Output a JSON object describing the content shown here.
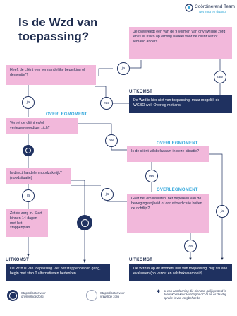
{
  "header": {
    "title_line1": "Is de Wzd van",
    "title_line2": "toepassing?",
    "logo_main": "Coördinerend Team",
    "logo_sub": "wet zorg en dwang"
  },
  "boxes": {
    "q1": "Je overweegt een van de 9 vormen van onvrijwillige zorg en is er risico op ernstig nadeel voor de cliënt zelf of iemand anders",
    "q2": "Heeft de cliënt een verstandelijke beperking of dementie*?",
    "out1": "De Wzd is hier niet van toepassing, maar mogelijk de WGBO wel. Overleg met arts.",
    "q3": "Verzet de cliënt en/of vertegenwoordiger zich?",
    "q4": "Is de cliënt wilsbekwaam in deze situatie?",
    "q5": "Is direct handelen noodzakelijk? (noodsituatie)",
    "q6": "Gaat het om insluiten, het beperken van de bewegingsvrijheid of onrustmedicatie buiten de richtlijn?",
    "step": "Zet de zorg in. Start binnen 14 dagen met het stappenplan.",
    "out2": "De Wzd is van toepassing. Zet het stappenplan in gang, begin met stap 0 alternatieven bedenken.",
    "out3": "De Wzd is op dit moment niet van toepassing. Blijf situatie evalueren (op verzet en wilsbekwaamheid)."
  },
  "headings": {
    "uitkomst_top": "UITKOMST",
    "overleg1": "OVERLEGMOMENT",
    "overleg2": "OVERLEGMOMENT",
    "overleg3": "OVERLEGMOMENT",
    "uitkomst_left": "UITKOMST",
    "uitkomst_right": "UITKOMST"
  },
  "labels": {
    "ja": "ja",
    "nee": "nee"
  },
  "legend": {
    "dark": "Stapindicator voor onvrijwillige zorg",
    "light": "Stapindicator voor vrijwillige zorg",
    "footnote": "of een aandoening die hier aan gelijkgesteld is zoals Korsakov/ Huntington/ CVA en er daarbij sprake is van zorgbehoefte"
  },
  "colors": {
    "navy": "#1f3160",
    "pink": "#f2b8db",
    "accent_blue": "#35a8dc"
  }
}
